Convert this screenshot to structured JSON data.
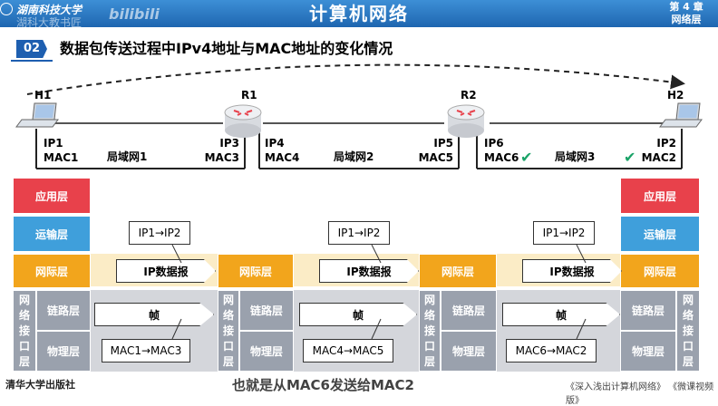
{
  "header": {
    "title": "计算机网络",
    "university": "湖南科技大学",
    "watermark": "湖科大教书匠",
    "watermark2": "bilibili",
    "chapter": "第 4 章",
    "chapter_sub": "网络层"
  },
  "section": {
    "number": "02",
    "title": "数据包传送过程中IPv4地址与MAC地址的变化情况"
  },
  "topology": {
    "h1": "H1",
    "r1": "R1",
    "r2": "R2",
    "h2": "H2",
    "ip1": "IP1",
    "mac1": "MAC1",
    "ip3": "IP3",
    "mac3": "MAC3",
    "ip4": "IP4",
    "mac4": "MAC4",
    "ip5": "IP5",
    "mac5": "MAC5",
    "ip6": "IP6",
    "mac6": "MAC6",
    "ip2": "IP2",
    "mac2": "MAC2",
    "lan1": "局域网1",
    "lan2": "局域网2",
    "lan3": "局域网3",
    "check": "✔"
  },
  "layers": {
    "app": "应用层",
    "transport": "运输层",
    "internet": "网际层",
    "link": "链路层",
    "physical": "物理层",
    "netif_chars": [
      "网",
      "络",
      "接",
      "口",
      "层"
    ]
  },
  "hops": [
    {
      "ip_callout": "IP1→IP2",
      "datagram": "IP数据报",
      "frame": "帧",
      "mac_callout": "MAC1→MAC3"
    },
    {
      "ip_callout": "IP1→IP2",
      "datagram": "IP数据报",
      "frame": "帧",
      "mac_callout": "MAC4→MAC5"
    },
    {
      "ip_callout": "IP1→IP2",
      "datagram": "IP数据报",
      "frame": "帧",
      "mac_callout": "MAC6→MAC2"
    }
  ],
  "subtitle": "也就是从MAC6发送给MAC2",
  "footer": {
    "left": "清华大学出版社",
    "right": "《深入浅出计算机网络》 《微课视频版》"
  },
  "colors": {
    "header_blue": "#1e66b0",
    "app_red": "#e8414b",
    "transport_blue": "#3f9fdb",
    "internet_orange": "#f2a51c",
    "netif_gray": "#9aa1ad",
    "check_green": "#1aa368"
  }
}
